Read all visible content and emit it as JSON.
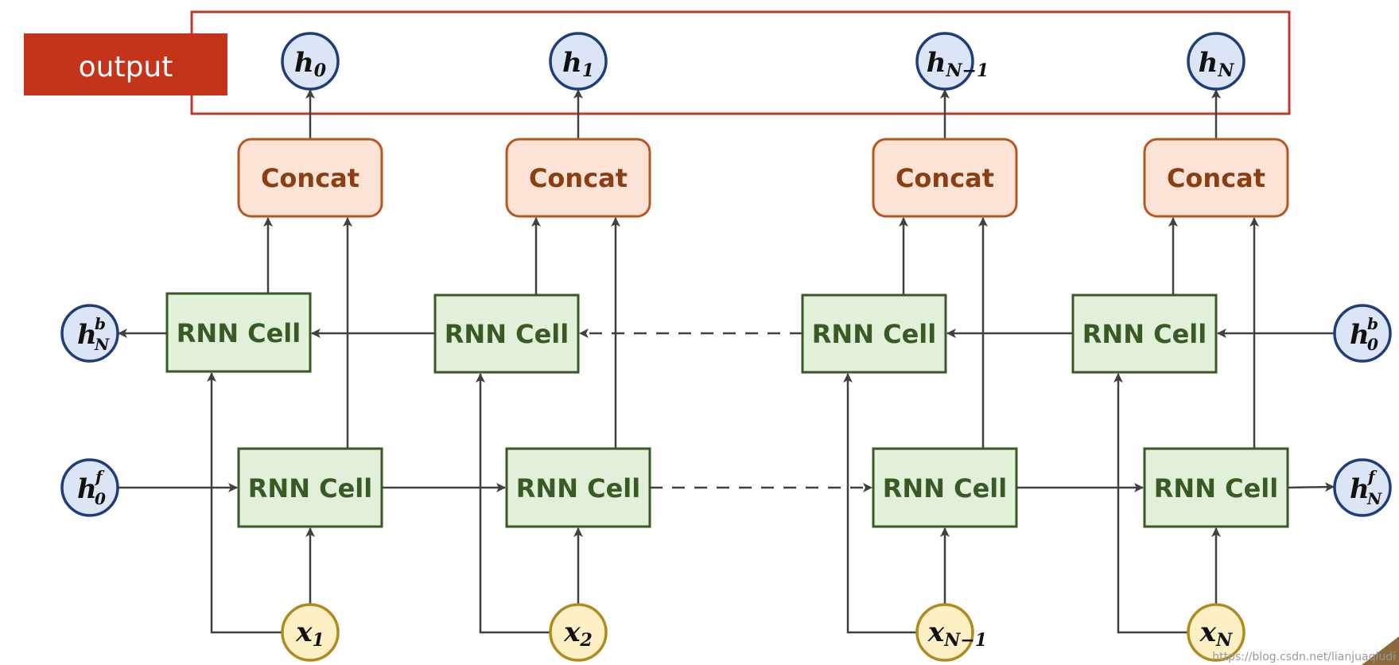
{
  "output_label": "output",
  "concat_label": "Concat",
  "rnn_cell_label": "RNN Cell",
  "outputs": [
    {
      "base": "h",
      "sub": "0"
    },
    {
      "base": "h",
      "sub": "1"
    },
    {
      "base": "h",
      "sub": "N−1"
    },
    {
      "base": "h",
      "sub": "N"
    }
  ],
  "inputs": [
    {
      "base": "x",
      "sub": "1"
    },
    {
      "base": "x",
      "sub": "2"
    },
    {
      "base": "x",
      "sub": "N−1"
    },
    {
      "base": "x",
      "sub": "N"
    }
  ],
  "backward_initial": {
    "base": "h",
    "sub": "0",
    "sup": "b"
  },
  "backward_final": {
    "base": "h",
    "sub": "N",
    "sup": "b"
  },
  "forward_initial": {
    "base": "h",
    "sub": "0",
    "sup": "f"
  },
  "forward_final": {
    "base": "h",
    "sub": "N",
    "sup": "f"
  },
  "watermark": "https://blog.csdn.net/lianjuaqiudi",
  "colors": {
    "output_frame": "#c0392b",
    "output_badge": "#c4341a",
    "node_fill": "#dce5f5",
    "node_stroke": "#1f3d7a",
    "input_fill": "#fdf0c4",
    "input_stroke": "#b08a1e",
    "concat_fill": "#fde3d6",
    "concat_stroke": "#b5571f",
    "cell_fill": "#e2efd9",
    "cell_stroke": "#3a5a25",
    "arrow": "#404040"
  }
}
